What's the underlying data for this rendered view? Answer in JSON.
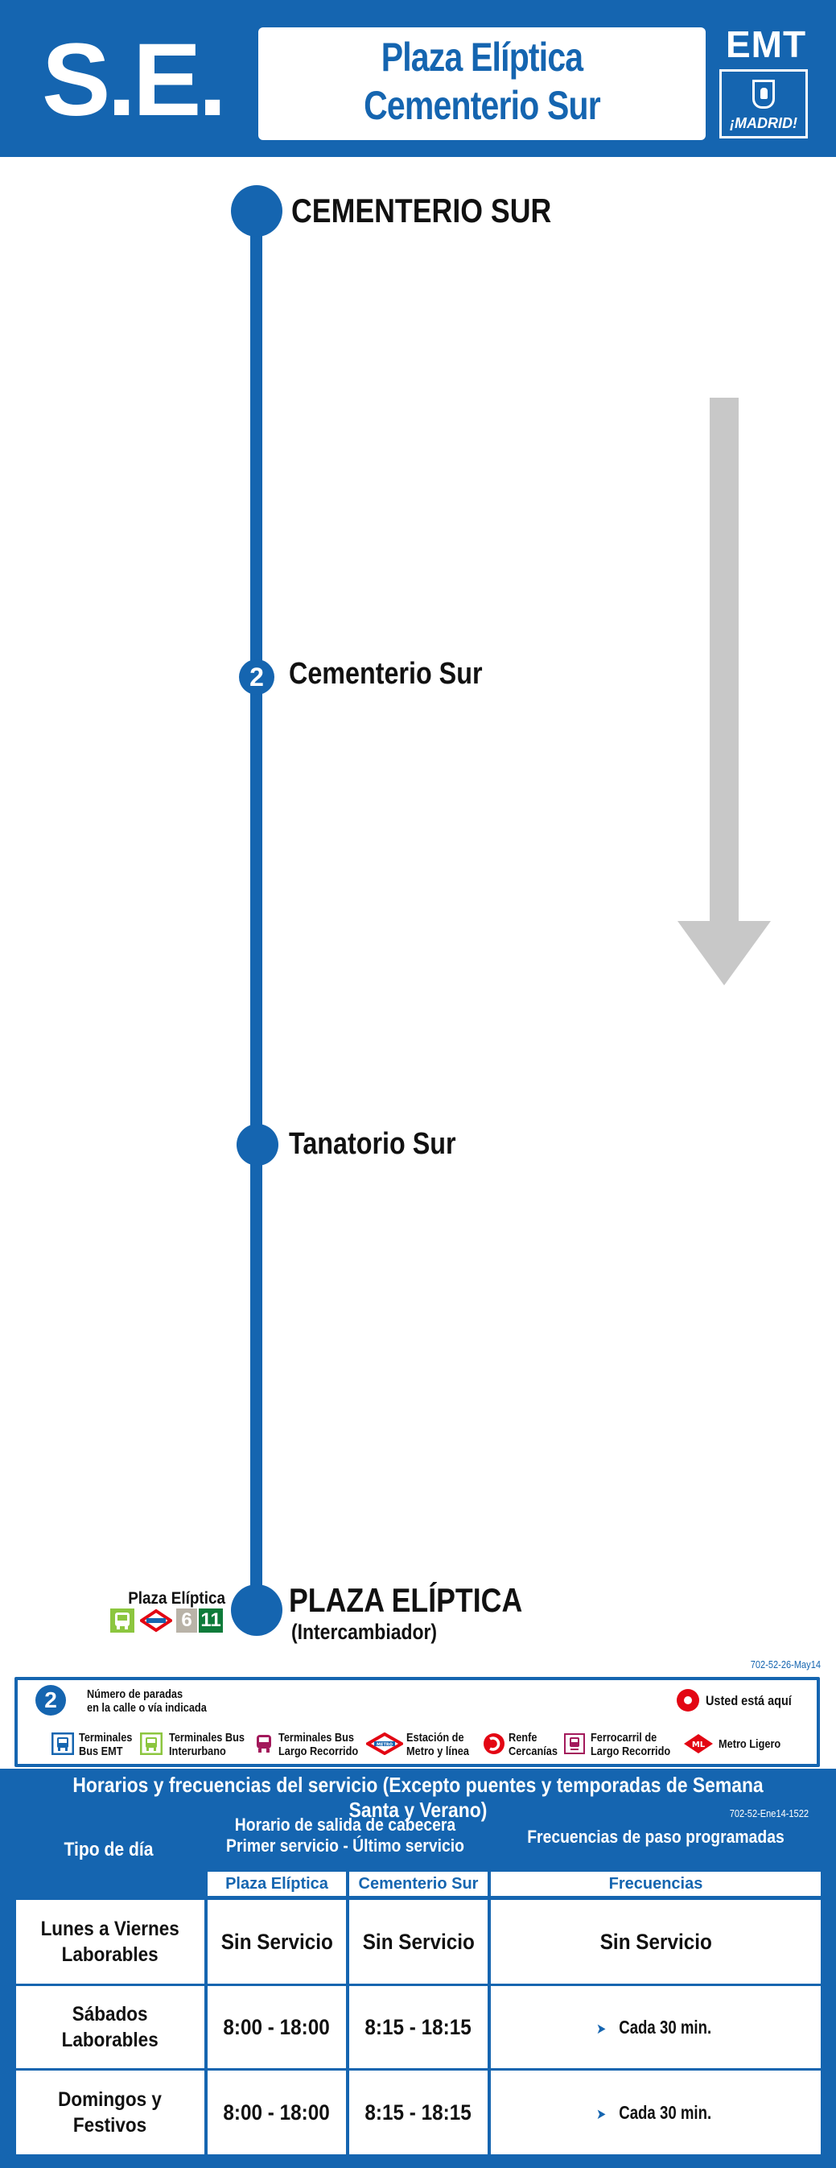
{
  "header": {
    "line_code": "S.E.",
    "destination_line_1": "Plaza Elíptica",
    "destination_line_2": "Cementerio Sur",
    "operator": "EMT",
    "city_badge": "¡MADRID!"
  },
  "stops": [
    {
      "name": "CEMENTERIO SUR",
      "sub": "",
      "stop_count": ""
    },
    {
      "name": "Cementerio Sur",
      "sub": "",
      "stop_count": "2"
    },
    {
      "name": "Tanatorio Sur",
      "sub": "",
      "stop_count": ""
    },
    {
      "name": "PLAZA ELÍPTICA",
      "sub": "(Intercambiador)",
      "stop_count": ""
    }
  ],
  "transfer": {
    "name": "Plaza Elíptica",
    "metro_lines": [
      "6",
      "11"
    ],
    "icons": [
      "interurban-bus-icon",
      "metro-icon"
    ]
  },
  "doc_code_1": "702-52-26-May14",
  "legend": {
    "stops_number": "2",
    "stops_label_1": "Número de paradas",
    "stops_label_2": "en la calle o vía indicada",
    "you_are_here": "Usted está aquí",
    "items": [
      {
        "l1": "Terminales",
        "l2": "Bus EMT"
      },
      {
        "l1": "Terminales Bus",
        "l2": "Interurbano"
      },
      {
        "l1": "Terminales Bus",
        "l2": "Largo Recorrido"
      },
      {
        "l1": "Estación de",
        "l2": "Metro y línea"
      },
      {
        "l1": "Renfe",
        "l2": "Cercanías"
      },
      {
        "l1": "Ferrocarril de",
        "l2": "Largo Recorrido"
      },
      {
        "l1": "Metro Ligero",
        "l2": ""
      }
    ],
    "metro_symbol": "METRO",
    "light_rail_symbol": "ML"
  },
  "timetable": {
    "title": "Horarios y frecuencias del servicio (Excepto puentes y temporadas de Semana Santa y Verano)",
    "doc_code_2": "702-52-Ene14-1522",
    "col_day": "Tipo de día",
    "col_schedule_1": "Horario de salida de cabecera",
    "col_schedule_2": "Primer servicio - Último servicio",
    "col_freq": "Frecuencias de paso programadas",
    "sub_origin": "Plaza Elíptica",
    "sub_dest": "Cementerio Sur",
    "sub_freq": "Frecuencias",
    "rows": [
      {
        "day_1": "Lunes a Viernes",
        "day_2": "Laborables",
        "origin": "Sin Servicio",
        "dest": "Sin Servicio",
        "freq": "Sin Servicio",
        "freq_arrow": ""
      },
      {
        "day_1": "Sábados",
        "day_2": "Laborables",
        "origin": "8:00 - 18:00",
        "dest": "8:15 - 18:15",
        "freq": "Cada 30 min.",
        "freq_arrow": "➤"
      },
      {
        "day_1": "Domingos y",
        "day_2": "Festivos",
        "origin": "8:00 - 18:00",
        "dest": "8:15 - 18:15",
        "freq": "Cada 30 min.",
        "freq_arrow": "➤"
      }
    ]
  },
  "colors": {
    "brand_blue": "#1565b0",
    "arrow_grey": "#c8c8c8",
    "interurban_green": "#8cc63f",
    "long_distance_purple": "#a3195b",
    "metro_red": "#e30613",
    "line6_grey": "#b9b3a8",
    "line11_green": "#0e7b3a"
  }
}
